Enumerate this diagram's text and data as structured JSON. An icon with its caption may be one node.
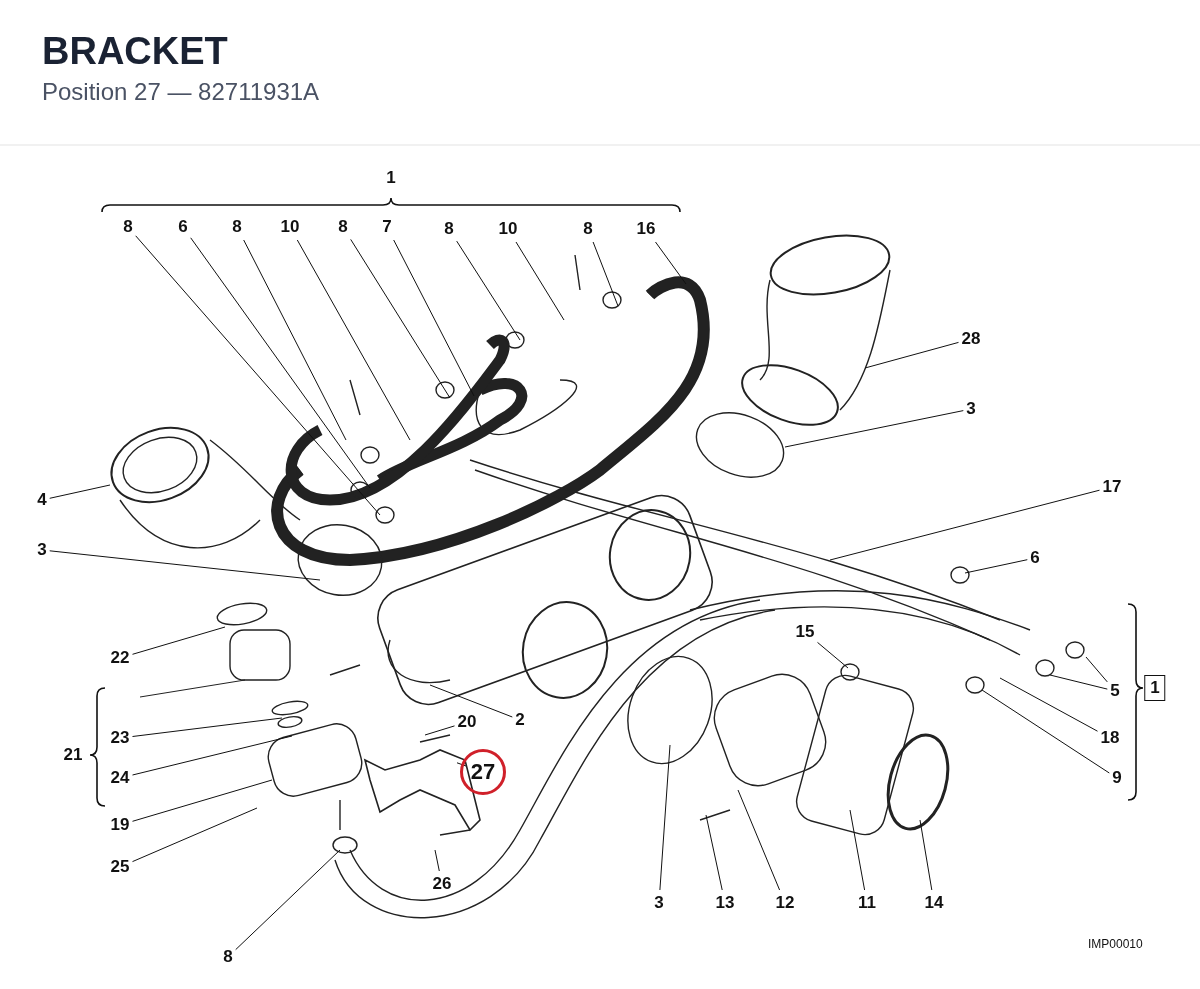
{
  "diagram": {
    "title": "BRACKET",
    "nodes": [
      {
        "text": [
          "8"
        ]
      },
      {
        "text": [
          "6"
        ]
      },
      {
        "text": [
          "8"
        ]
      },
      {
        "text": [
          "10"
        ]
      },
      {
        "text": [
          "8"
        ]
      },
      {
        "text": [
          "7"
        ]
      },
      {
        "text": [
          "8"
        ]
      },
      {
        "text": [
          "10"
        ]
      },
      {
        "text": [
          "8"
        ]
      },
      {
        "text": [
          "16"
        ]
      },
      {
        "text": [
          "28"
        ]
      },
      {
        "text": [
          "3"
        ]
      },
      {
        "text": [
          "17"
        ]
      },
      {
        "text": [
          "4"
        ]
      },
      {
        "text": [
          "3"
        ]
      },
      {
        "text": [
          "6"
        ]
      },
      {
        "text": [
          "15"
        ]
      },
      {
        "text": [
          "22"
        ]
      },
      {
        "text": [
          "1"
        ]
      },
      {
        "text": [
          "5"
        ]
      },
      {
        "text": [
          "2"
        ]
      },
      {
        "text": [
          "20"
        ]
      },
      {
        "text": [
          "18"
        ]
      },
      {
        "text": [
          "23"
        ]
      },
      {
        "text": [
          "27"
        ]
      },
      {
        "text": [
          "24"
        ]
      },
      {
        "text": [
          "9"
        ]
      },
      {
        "text": [
          "19"
        ]
      },
      {
        "text": [
          "25"
        ]
      },
      {
        "text": [
          "26"
        ]
      },
      {
        "text": [
          "3"
        ]
      },
      {
        "text": [
          "13"
        ]
      },
      {
        "text": [
          "12"
        ]
      },
      {
        "text": [
          "11"
        ]
      },
      {
        "text": [
          "14"
        ]
      },
      {
        "text": [
          "8"
        ]
      }
    ],
    "edges": [
      {
        "from": 0,
        "to": null,
        "arrow": "none"
      },
      {
        "from": 1,
        "to": null,
        "arrow": "none"
      },
      {
        "from": 2,
        "to": null,
        "arrow": "none"
      },
      {
        "from": 3,
        "to": null,
        "arrow": "none"
      },
      {
        "from": 4,
        "to": null,
        "arrow": "none"
      },
      {
        "from": 5,
        "to": null,
        "arrow": "none"
      },
      {
        "from": 6,
        "to": null,
        "arrow": "none"
      },
      {
        "from": 7,
        "to": null,
        "arrow": "none"
      },
      {
        "from": 8,
        "to": null,
        "arrow": "none"
      },
      {
        "from": 9,
        "to": null,
        "arrow": "none"
      },
      {
        "from": 10,
        "to": null,
        "arrow": "none"
      },
      {
        "from": 11,
        "to": null,
        "arrow": "none"
      },
      {
        "from": 12,
        "to": null,
        "arrow": "none"
      },
      {
        "from": 13,
        "to": null,
        "arrow": "none"
      },
      {
        "from": 14,
        "to": null,
        "arrow": "none"
      },
      {
        "from": 15,
        "to": null,
        "arrow": "none"
      },
      {
        "from": 16,
        "to": null,
        "arrow": "none"
      },
      {
        "from": 17,
        "to": null,
        "arrow": "none"
      },
      {
        "from": 19,
        "to": null,
        "arrow": "none"
      },
      {
        "from": 19,
        "to": null,
        "arrow": "none"
      },
      {
        "from": 20,
        "to": null,
        "arrow": "none"
      },
      {
        "from": 21,
        "to": null,
        "arrow": "none"
      },
      {
        "from": 22,
        "to": null,
        "arrow": "none"
      },
      {
        "from": 23,
        "to": null,
        "arrow": "none"
      },
      {
        "from": 24,
        "to": null,
        "arrow": "none"
      },
      {
        "from": 25,
        "to": null,
        "arrow": "none"
      },
      {
        "from": 26,
        "to": null,
        "arrow": "none"
      },
      {
        "from": 27,
        "to": null,
        "arrow": "none"
      },
      {
        "from": 28,
        "to": null,
        "arrow": "none"
      },
      {
        "from": 29,
        "to": null,
        "arrow": "none"
      },
      {
        "from": 30,
        "to": null,
        "arrow": "none"
      },
      {
        "from": 31,
        "to": null,
        "arrow": "none"
      },
      {
        "from": 32,
        "to": null,
        "arrow": "none"
      },
      {
        "from": 33,
        "to": null,
        "arrow": "none"
      },
      {
        "from": 34,
        "to": null,
        "arrow": "none"
      },
      {
        "from": 35,
        "to": null,
        "arrow": "none"
      }
    ],
    "labels": [
      "Position 27 — 82711931A",
      "1",
      "21",
      "IMP00010"
    ]
  }
}
